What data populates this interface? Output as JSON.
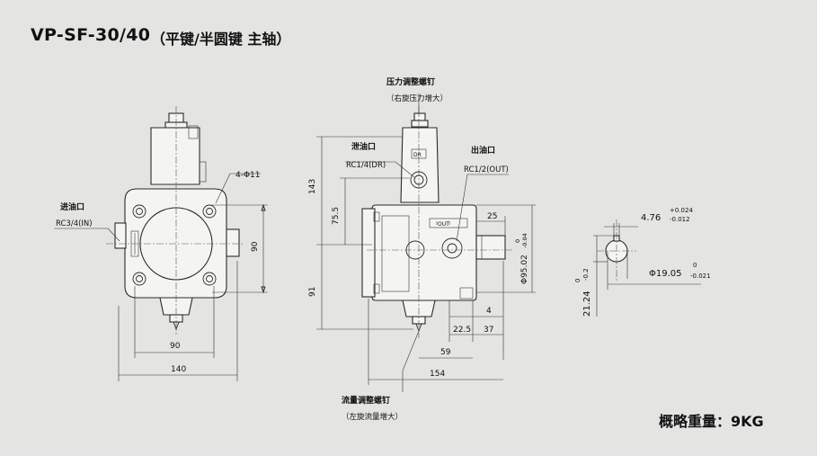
{
  "header": {
    "model": "VP-SF-30/40",
    "subtitle": "（平键/半圆键 主轴）"
  },
  "front_view": {
    "inlet_title": "进油口",
    "inlet_spec": "RC3/4(IN)",
    "hole_callout": "4-Φ11",
    "dim_bolt_spacing_h": "90",
    "dim_bolt_spacing_v": "90",
    "dim_width": "140"
  },
  "side_view": {
    "pressure_title": "压力调整螺钉",
    "pressure_note": "（右旋压力增大）",
    "drain_title": "泄油口",
    "drain_spec": "RC1/4(DR)",
    "outlet_title": "出油口",
    "outlet_spec": "RC1/2(OUT)",
    "port_mark_dr": "DR",
    "port_mark_out": "OUT",
    "dim_height_top": "143",
    "dim_drain_height": "75.5",
    "dim_height_bottom": "91",
    "dim_shaft_len": "25",
    "dim_shaft_tol_upper": "0",
    "dim_shaft_tol_lower": "-0.04",
    "dim_shaft_dia": "Φ95.02",
    "dim_4": "4",
    "dim_22_5": "22.5",
    "dim_37": "37",
    "dim_59": "59",
    "dim_154": "154",
    "flow_title": "流量调整螺钉",
    "flow_note": "（左旋流量增大）"
  },
  "shaft_section": {
    "key_width": "4.76",
    "key_tol_upper": "+0.024",
    "key_tol_lower": "-0.012",
    "shaft_dia": "Φ19.05",
    "shaft_tol_upper": "0",
    "shaft_tol_lower": "-0.021",
    "key_height": "21.24",
    "key_h_tol_upper": "0",
    "key_h_tol_lower": "-0.2"
  },
  "footer": {
    "weight": "概略重量：9KG"
  }
}
